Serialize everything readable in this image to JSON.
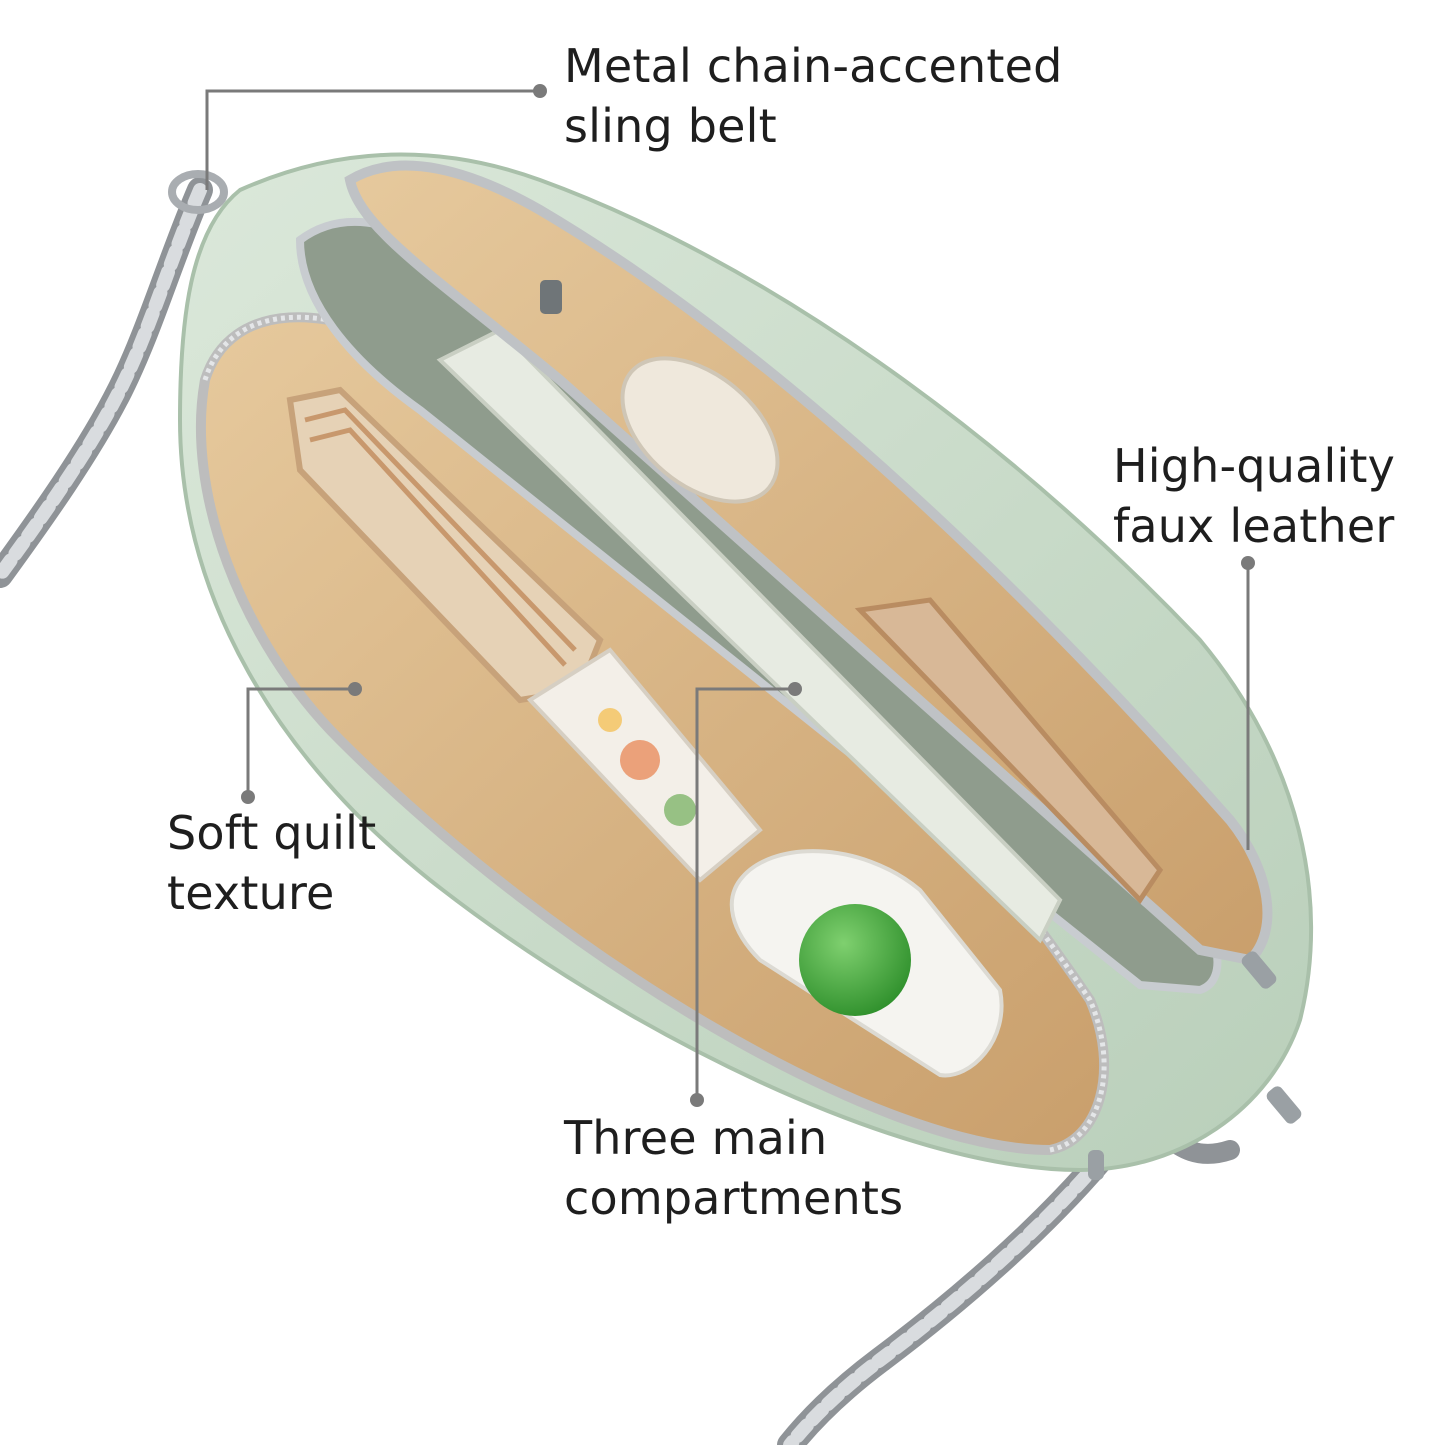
{
  "callouts": {
    "chain": {
      "line1": "Metal chain-accented",
      "line2": "sling belt"
    },
    "leather": {
      "line1": "High-quality",
      "line2": "faux leather"
    },
    "quilt": {
      "line1": "Soft quilt",
      "line2": "texture"
    },
    "compartments": {
      "line1": "Three main",
      "line2": "compartments"
    }
  },
  "colors": {
    "background": "#ffffff",
    "text": "#1e1e1e",
    "leader_line": "#7a7a7a",
    "bag_leather": "#cfe0cf",
    "lining": "#d9b98e",
    "chain": "#b9bcbf",
    "ball": "#3faa3a"
  }
}
